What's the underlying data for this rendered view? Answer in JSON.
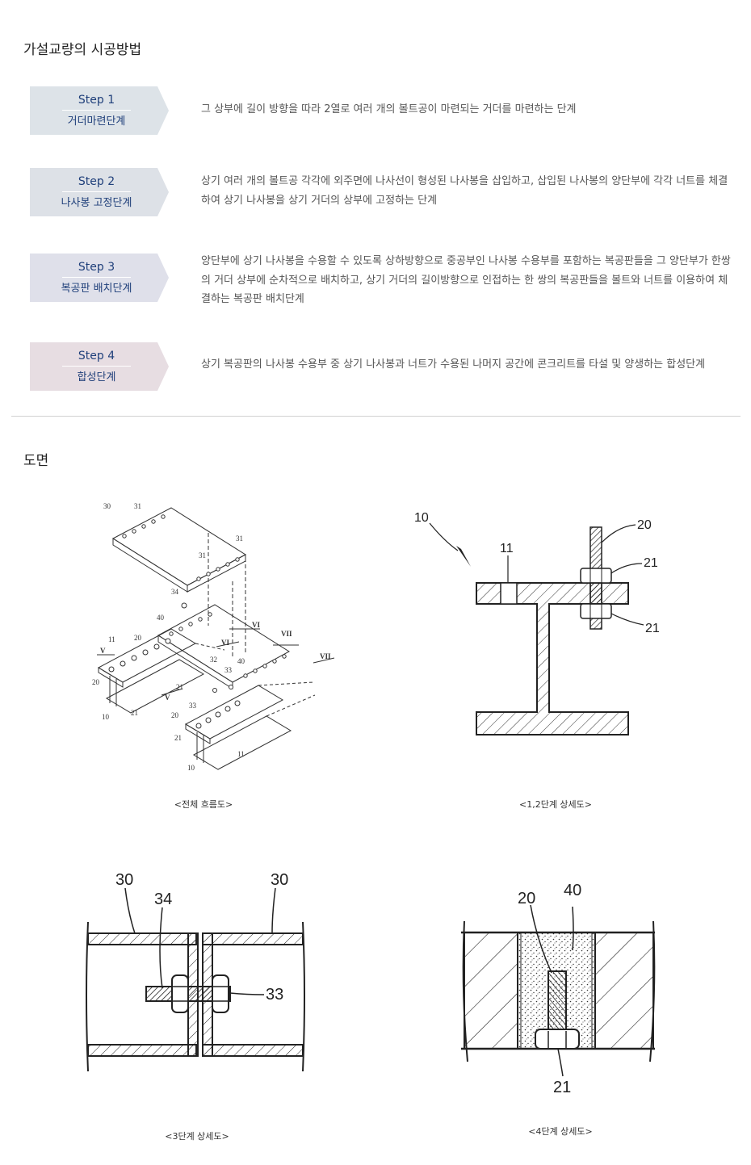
{
  "method": {
    "title": "가설교량의 시공방법",
    "steps": [
      {
        "num": "Step 1",
        "name": "거더마련단계",
        "desc": "그 상부에 길이 방향을 따라 2열로 여러 개의 볼트공이 마련되는 거더를 마련하는 단계",
        "color": "#dde3e8"
      },
      {
        "num": "Step 2",
        "name": "나사봉 고정단계",
        "desc": "상기 여러 개의 볼트공 각각에 외주면에 나사선이 형성된 나사봉을 삽입하고, 삽입된 나사봉의 양단부에 각각 너트를 체결하여 상기 나사봉을 상기 거더의 상부에 고정하는 단계",
        "color": "#dde1e7"
      },
      {
        "num": "Step 3",
        "name": "복공판 배치단계",
        "desc": "양단부에 상기 나사봉을 수용할 수 있도록 상하방향으로 중공부인 나사봉 수용부를 포함하는 복공판들을 그 양단부가 한쌍의 거더 상부에 순차적으로 배치하고, 상기 거더의 길이방향으로 인접하는 한 쌍의 복공판들을 볼트와 너트를 이용하여 체결하는 복공판 배치단계",
        "color": "#dfe0ea"
      },
      {
        "num": "Step 4",
        "name": "합성단계",
        "desc": "상기 복공판의 나사봉 수용부 중 상기 나사봉과 너트가 수용된 나머지 공간에 콘크리트를 타설 및 양생하는 합성단계",
        "color": "#e7dde2"
      }
    ]
  },
  "drawings": {
    "title": "도면",
    "fig1": {
      "caption": "<전체 흐름도>",
      "labels": {
        "l30": "30",
        "l31a": "31",
        "l31b": "31",
        "l31c": "31",
        "l34": "34",
        "l40a": "40",
        "l40b": "40",
        "l11a": "11",
        "l20a": "20",
        "l20b": "20",
        "l20c": "20",
        "l21a": "21",
        "l21b": "21",
        "l21c": "21",
        "l10a": "10",
        "l10b": "10",
        "l32": "32",
        "l33a": "33",
        "l33b": "33",
        "l11b": "11",
        "lVa": "V",
        "lVb": "V",
        "lVIa": "VI",
        "lVIb": "VI",
        "lVIIa": "VII",
        "lVIIb": "VII"
      }
    },
    "fig2": {
      "caption": "<1,2단계 상세도>",
      "labels": {
        "l10": "10",
        "l11": "11",
        "l20": "20",
        "l21a": "21",
        "l21b": "21"
      }
    },
    "fig3": {
      "caption": "<3단계 상세도>",
      "labels": {
        "l30a": "30",
        "l30b": "30",
        "l34": "34",
        "l33": "33"
      }
    },
    "fig4": {
      "caption": "<4단계 상세도>",
      "labels": {
        "l20": "20",
        "l40": "40",
        "l21": "21"
      }
    }
  }
}
